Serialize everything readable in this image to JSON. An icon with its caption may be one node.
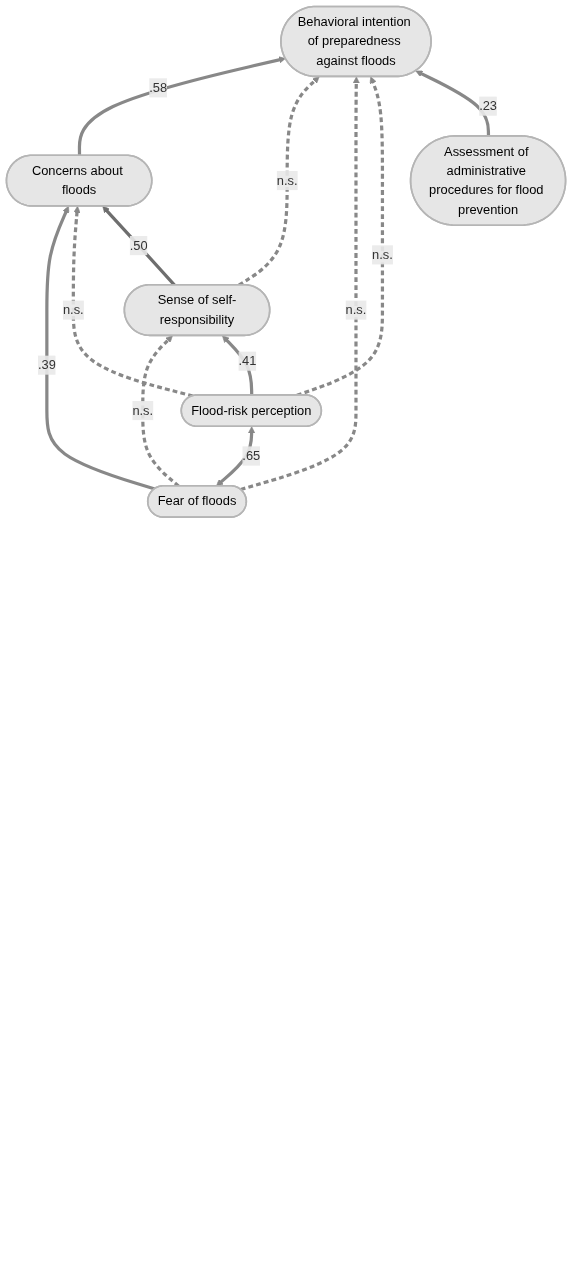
{
  "diagram": {
    "nodes": [
      {
        "text": [
          "Fear of floods"
        ]
      },
      {
        "text": [
          "Flood-risk perception"
        ]
      },
      {
        "text": [
          "Concerns about floods"
        ]
      },
      {
        "text": [
          "Sense of self-responsibility"
        ]
      },
      {
        "text": [
          "Behavioral intention of preparedness against floods"
        ]
      },
      {
        "text": [
          "Assessment of administrative procedures for flood prevention"
        ]
      }
    ],
    "edges": [
      {
        "from": 0,
        "to": 1,
        "arrow": "both",
        "label": ".65"
      },
      {
        "from": 0,
        "to": 2,
        "arrow": "to",
        "label": ".39"
      },
      {
        "from": 0,
        "to": 3,
        "arrow": "to",
        "label": "n.s.",
        "style": "dashed"
      },
      {
        "from": 1,
        "to": 2,
        "arrow": "to",
        "label": "n.s.",
        "style": "dashed"
      },
      {
        "from": 1,
        "to": 3,
        "arrow": "to",
        "label": ".41"
      },
      {
        "from": 3,
        "to": 2,
        "arrow": "to",
        "label": ".50",
        "color": "#6e6e6e"
      },
      {
        "from": 2,
        "to": 4,
        "arrow": "to",
        "label": ".58"
      },
      {
        "from": 3,
        "to": 4,
        "arrow": "to",
        "label": "n.s.",
        "style": "dashed"
      },
      {
        "from": 0,
        "to": 4,
        "arrow": "to",
        "label": "n.s.",
        "style": "dashed"
      },
      {
        "from": 1,
        "to": 4,
        "arrow": "to",
        "label": "n.s.",
        "style": "dashed"
      },
      {
        "from": 5,
        "to": 4,
        "arrow": "to",
        "label": ".23"
      }
    ]
  }
}
